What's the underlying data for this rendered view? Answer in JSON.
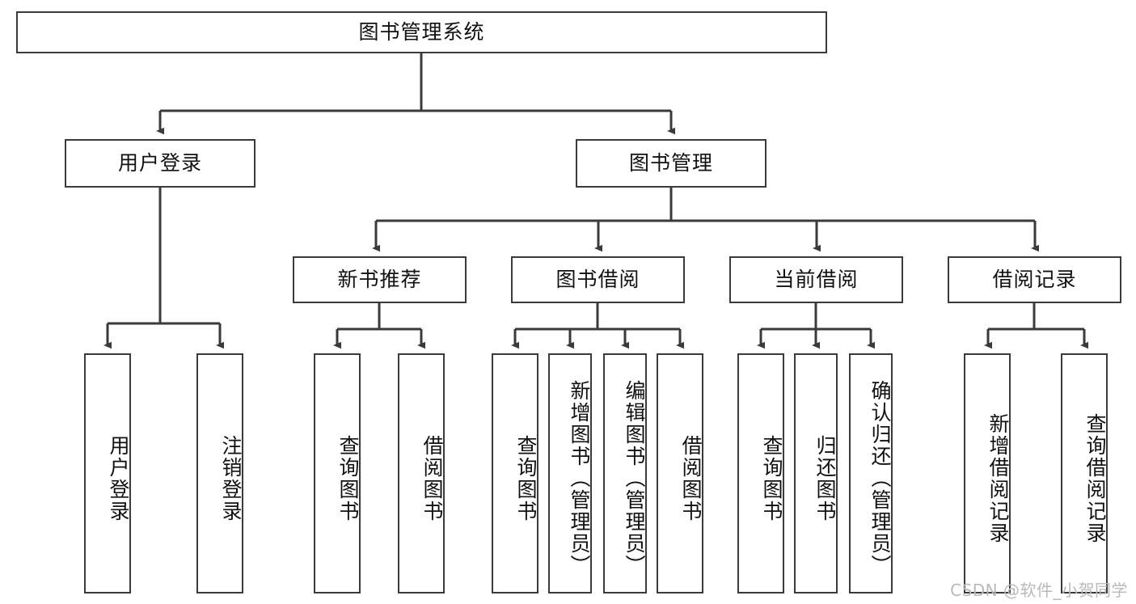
{
  "diagram": {
    "title": "图书管理系统",
    "type": "tree-hierarchy",
    "root": {
      "label": "图书管理系统"
    },
    "level2": [
      {
        "label": "用户登录"
      },
      {
        "label": "图书管理"
      }
    ],
    "level3": [
      {
        "label": "新书推荐"
      },
      {
        "label": "图书借阅"
      },
      {
        "label": "当前借阅"
      },
      {
        "label": "借阅记录"
      }
    ],
    "leaves": {
      "user_login": [
        {
          "label": "用户登录"
        },
        {
          "label": "注销登录"
        }
      ],
      "new_book_recommend": [
        {
          "label": "查询图书"
        },
        {
          "label": "借阅图书"
        }
      ],
      "book_borrow": [
        {
          "label": "查询图书"
        },
        {
          "label": "新增图书（管理员）"
        },
        {
          "label": "编辑图书（管理员）"
        },
        {
          "label": "借阅图书"
        }
      ],
      "current_borrow": [
        {
          "label": "查询图书"
        },
        {
          "label": "归还图书"
        },
        {
          "label": "确认归还（管理员）"
        }
      ],
      "borrow_record": [
        {
          "label": "新增借阅记录"
        },
        {
          "label": "查询借阅记录"
        }
      ]
    }
  },
  "watermark": {
    "text": "CSDN @软件_小贺同学"
  },
  "colors": {
    "border": "#3a3a3a",
    "text": "#111111",
    "background": "#ffffff",
    "watermark": "#b9b9b9"
  }
}
